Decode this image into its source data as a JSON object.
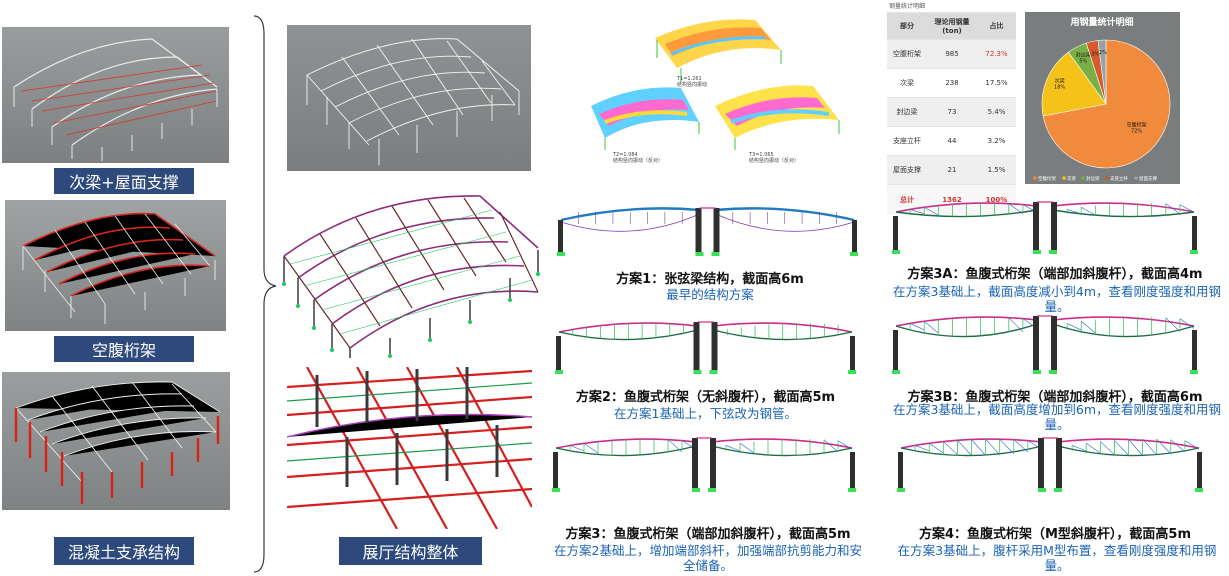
{
  "left_captions": {
    "secondary_beams": "次梁+屋面支撑",
    "vierendeel": "空腹桁架",
    "concrete": "混凝土支承结构"
  },
  "middle_caption": "展厅结构整体",
  "modal": {
    "heading": "钢量统计明细",
    "t1": "T1=1.261",
    "t1_desc": "结构竖向振动",
    "t2": "T2=1.084",
    "t2_desc": "结构竖向振动（反对）",
    "t3": "T3=1.065",
    "t3_desc": "结构竖向振动（反对）"
  },
  "steel_table": {
    "headers": [
      "部分",
      "理论用钢量(ton)",
      "占比"
    ],
    "rows": [
      {
        "name": "空腹桁架",
        "ton": "985",
        "pct": "72.3%"
      },
      {
        "name": "次梁",
        "ton": "238",
        "pct": "17.5%"
      },
      {
        "name": "封边梁",
        "ton": "73",
        "pct": "5.4%"
      },
      {
        "name": "支座立杆",
        "ton": "44",
        "pct": "3.2%"
      },
      {
        "name": "屋面支撑",
        "ton": "21",
        "pct": "1.5%"
      }
    ],
    "total": {
      "name": "总计",
      "ton": "1362",
      "pct": "100%"
    }
  },
  "chart_data": {
    "type": "pie",
    "title": "用钢量统计明细",
    "categories": [
      "空腹桁架",
      "次梁",
      "封边梁",
      "支座立杆",
      "屋面支撑"
    ],
    "values": [
      72,
      18,
      5,
      3,
      2
    ],
    "labels": [
      "空腹桁架\n72%",
      "次梁\n18%",
      "封边梁\n5%",
      "3%",
      "2%"
    ],
    "colors": [
      "#f08a3c",
      "#f5c21a",
      "#78b043",
      "#d65a2a",
      "#9aa0a8"
    ],
    "legend": [
      "空腹桁架",
      "次梁",
      "封边梁",
      "支座立杆",
      "屋面支撑"
    ]
  },
  "plans": [
    {
      "title": "方案1：张弦梁结构，截面高6m",
      "desc": "最早的结构方案"
    },
    {
      "title": "方案2：鱼腹式桁架（无斜腹杆），截面高5m",
      "desc": "在方案1基础上，下弦改为钢管。"
    },
    {
      "title": "方案3：鱼腹式桁架（端部加斜腹杆），截面高5m",
      "desc": "在方案2基础上，增加端部斜杆，加强端部抗剪能力和安全储备。"
    },
    {
      "title": "方案3A：鱼腹式桁架（端部加斜腹杆），截面高4m",
      "desc": "在方案3基础上，截面高度减小到4m，查看刚度强度和用钢量。"
    },
    {
      "title": "方案3B：鱼腹式桁架（端部加斜腹杆），截面高6m",
      "desc": "在方案3基础上，截面高度增加到6m，查看刚度强度和用钢量。"
    },
    {
      "title": "方案4：鱼腹式桁架（M型斜腹杆），截面高5m",
      "desc": "在方案3基础上，腹杆采用M型布置，查看刚度强度和用钢量。"
    }
  ]
}
